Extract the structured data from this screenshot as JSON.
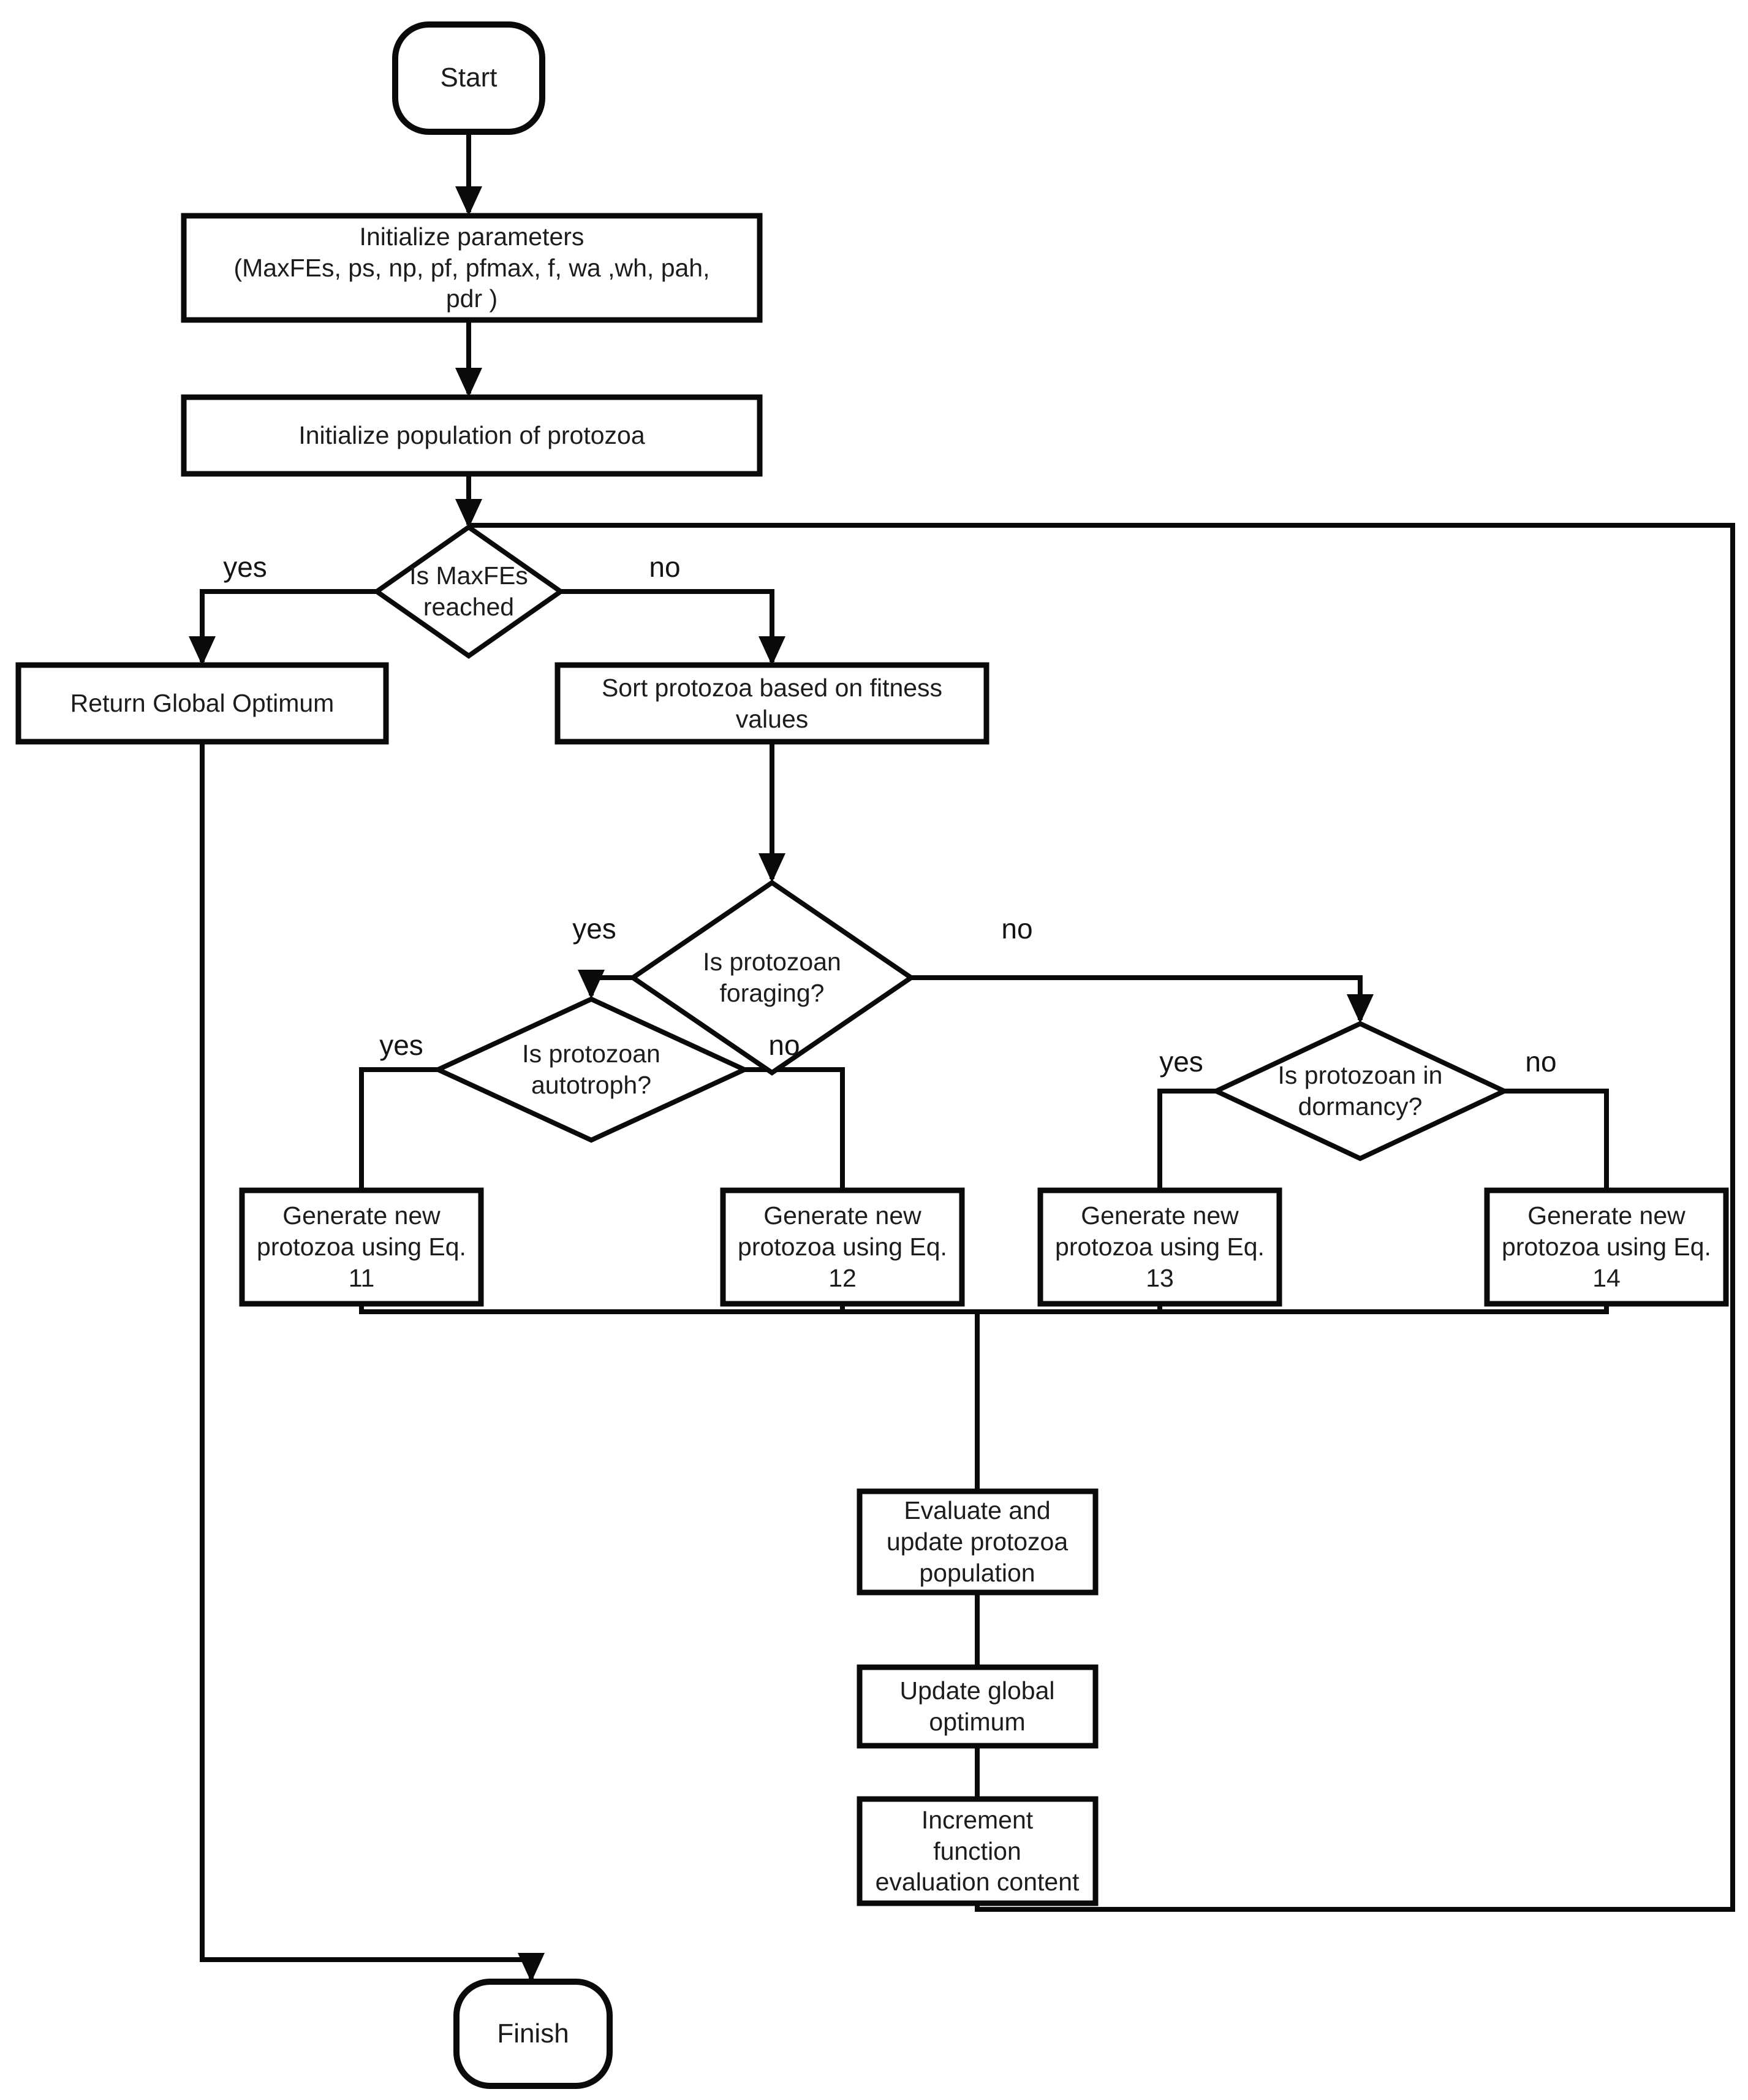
{
  "flowchart": {
    "nodes": {
      "start": {
        "type": "terminator",
        "label": "Start"
      },
      "init_params": {
        "type": "process",
        "label": "Initialize parameters\n(MaxFEs, ps, np, pf, pfmax, f, wa ,wh, pah,\npdr )"
      },
      "init_population": {
        "type": "process",
        "label": "Initialize population of protozoa"
      },
      "is_maxfes_reached": {
        "type": "decision",
        "label": "Is MaxFEs\nreached"
      },
      "return_global_optimum": {
        "type": "process",
        "label": "Return Global Optimum"
      },
      "sort_protozoa": {
        "type": "process",
        "label": "Sort protozoa based on fitness\nvalues"
      },
      "is_foraging": {
        "type": "decision",
        "label": "Is protozoan\nforaging?"
      },
      "is_autotroph": {
        "type": "decision",
        "label": "Is protozoan\nautotroph?"
      },
      "is_dormancy": {
        "type": "decision",
        "label": "Is protozoan in\ndormancy?"
      },
      "generate_eq11": {
        "type": "process",
        "label": "Generate new\nprotozoa using Eq.\n11"
      },
      "generate_eq12": {
        "type": "process",
        "label": "Generate new\nprotozoa using Eq.\n12"
      },
      "generate_eq13": {
        "type": "process",
        "label": "Generate new\nprotozoa using Eq.\n13"
      },
      "generate_eq14": {
        "type": "process",
        "label": "Generate new\nprotozoa using Eq.\n14"
      },
      "evaluate_update": {
        "type": "process",
        "label": "Evaluate and\nupdate protozoa\npopulation"
      },
      "update_global_optimum": {
        "type": "process",
        "label": "Update global\noptimum"
      },
      "increment_fe": {
        "type": "process",
        "label": "Increment\nfunction\nevaluation content"
      },
      "finish": {
        "type": "terminator",
        "label": "Finish"
      }
    },
    "edge_labels": {
      "maxfes_yes": "yes",
      "maxfes_no": "no",
      "foraging_yes": "yes",
      "foraging_no": "no",
      "autotroph_yes": "yes",
      "autotroph_no": "no",
      "dormancy_yes": "yes",
      "dormancy_no": "no"
    },
    "colors": {
      "line": "#0a0a0a",
      "node_fill": "#ffffff",
      "text": "#1c1c1c"
    }
  }
}
